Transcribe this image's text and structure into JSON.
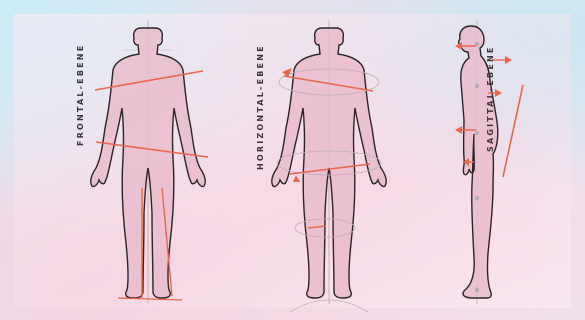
{
  "labels": {
    "frontal": "FRONTAL-EBENE",
    "horizontal": "HORIZONTAL-EBENE",
    "sagittal": "SAGITTAL-EBENE"
  },
  "colors": {
    "body_fill": "#e9bccd",
    "outline": "#2c2426",
    "plane_line": "#e8664d",
    "guide": "#b9a9b0"
  }
}
